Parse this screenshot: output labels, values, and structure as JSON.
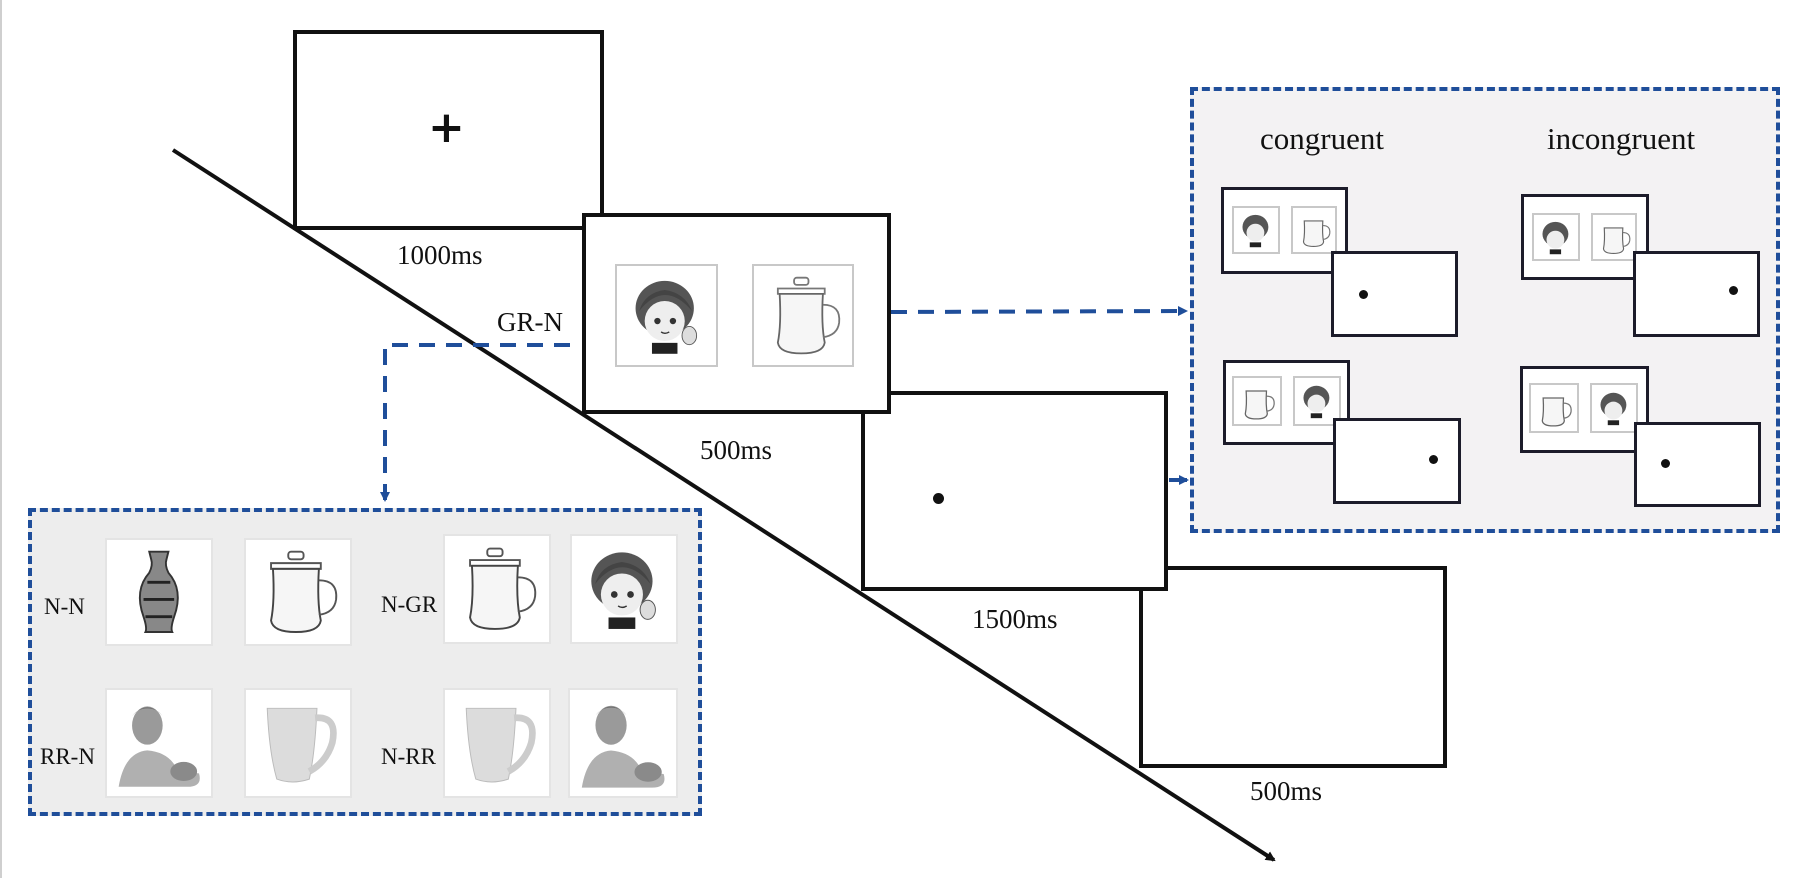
{
  "timeline": {
    "screens": [
      {
        "id": "fixation",
        "content": "fixation-cross",
        "symbol": "+",
        "duration": "1000ms"
      },
      {
        "id": "cue",
        "content": "stimulus-pair",
        "condition_label": "GR-N",
        "left_stimulus": "cartoon-boy",
        "right_stimulus": "glass-mug",
        "duration": "500ms"
      },
      {
        "id": "probe",
        "content": "dot-probe",
        "probe_side": "left",
        "duration": "1500ms"
      },
      {
        "id": "blank",
        "content": "blank",
        "duration": "500ms"
      }
    ],
    "axis": "time"
  },
  "conditions_panel": {
    "title": "stimulus pair conditions",
    "pairs": [
      {
        "label": "N-N",
        "left": "vase",
        "right": "glass-mug"
      },
      {
        "label": "N-GR",
        "left": "glass-mug",
        "right": "cartoon-boy"
      },
      {
        "label": "RR-N",
        "left": "real-man",
        "right": "white-mug"
      },
      {
        "label": "N-RR",
        "left": "white-mug",
        "right": "real-man"
      }
    ]
  },
  "congruency_panel": {
    "columns": [
      {
        "heading": "congruent",
        "examples": [
          {
            "left": "cartoon-boy",
            "right": "glass-mug",
            "probe_side": "left"
          },
          {
            "left": "glass-mug",
            "right": "cartoon-boy",
            "probe_side": "right"
          }
        ]
      },
      {
        "heading": "incongruent",
        "examples": [
          {
            "left": "cartoon-boy",
            "right": "glass-mug",
            "probe_side": "right"
          },
          {
            "left": "glass-mug",
            "right": "cartoon-boy",
            "probe_side": "left"
          }
        ]
      }
    ]
  },
  "colors": {
    "connector": "#1f4e9a",
    "panel_bg": "#f3f2f3",
    "left_panel_bg": "#ededed",
    "frame": "#111111"
  }
}
